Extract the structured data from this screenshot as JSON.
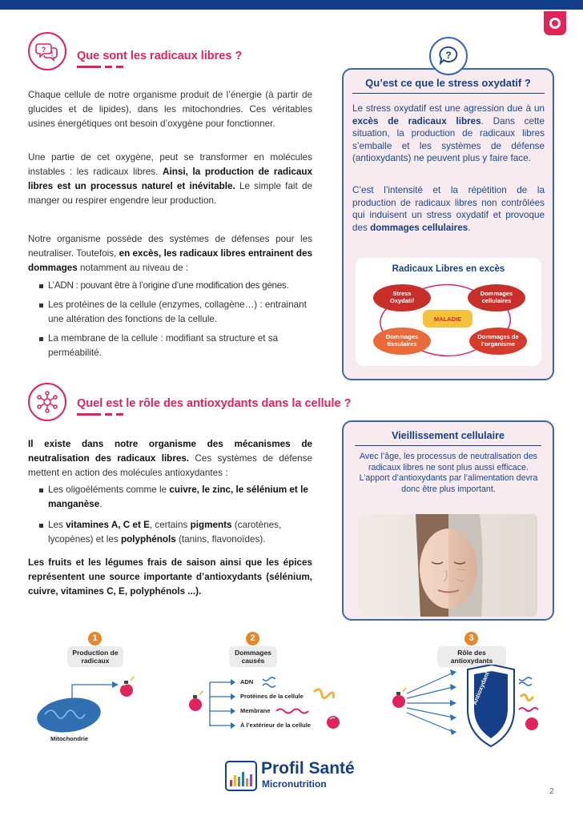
{
  "section1": {
    "title": "Que sont les radicaux libres ?",
    "p1": "Chaque cellule de notre organisme produit de l’énergie (à partir de glucides et de lipides), dans les mitochondries. Ces véritables usines énergétiques ont besoin d’oxygène pour fonctionner.",
    "p2_a": "Une partie de cet oxygène, peut se transformer en molécules instables : les radicaux libres. ",
    "p2_b": "Ainsi, la production de radicaux libres est un processus naturel et inévitable.",
    "p2_c": " Le simple fait de manger ou respirer engendre leur production.",
    "p3_a": "Notre organisme possède des systèmes de défenses pour les neutraliser. Toutefois, ",
    "p3_b": "en excès, les radicaux libres entrainent des dommages",
    "p3_c": " notamment au niveau de :",
    "bullets": [
      "L’ADN : pouvant être à l’origine d’une modification des gènes.",
      "Les protéines de la cellule (enzymes, collagène…) : entrainant une altération des fonctions de la cellule.",
      "La membrane de la cellule : modifiant sa structure et sa perméabilité."
    ]
  },
  "stress_box": {
    "title": "Qu’est ce que le stress oxydatif ?",
    "p1_a": "Le stress oxydatif est une agression due à un ",
    "p1_b": "excès de radicaux libres",
    "p1_c": ". Dans cette situation, la production de radicaux libres s’emballe et les systèmes de défense (antioxydants) ne peuvent plus y faire face.",
    "p2_a": "C’est l’intensité et la répétition de la production de radicaux libres non contrôlées qui induisent un stress oxydatif et provoque des ",
    "p2_b": "dommages cellulaires",
    "p2_c": ".",
    "diagram": {
      "title": "Radicaux Libres en excès",
      "stress": "Stress Oxydatif",
      "cell": "Dommages cellulaires",
      "tissue": "Dommages tissulaires",
      "organism": "Dommages de l’organisme",
      "center": "MALADIE"
    }
  },
  "section2": {
    "title": "Quel est le rôle des antioxydants dans la cellule ?",
    "intro_a": "Il existe dans notre organisme des mécanismes de neutralisation des radicaux libres.",
    "intro_b": " Ces systèmes de défense mettent en action des molécules antioxydantes :",
    "b1_a": "Les oligoéléments comme le ",
    "b1_b": "cuivre, le zinc, le sélénium et le manganèse",
    "b1_c": ".",
    "b2_a": "Les ",
    "b2_b": "vitamines A, C et E",
    "b2_c": ", certains ",
    "b2_d": "pigments",
    "b2_e": " (carotènes, lycopènes) et les ",
    "b2_f": "polyphénols",
    "b2_g": " (tanins, flavonoïdes).",
    "outro": "Les fruits et les légumes frais de saison ainsi que les épices représentent une source importante d’antioxydants (sélénium, cuivre, vitamines C, E, polyphénols ...)."
  },
  "vieil_box": {
    "title": "Vieillissement cellulaire",
    "text": "Avec l’âge, les processus de neutralisation des radicaux libres ne sont plus aussi efficace. L’apport d’antioxydants par l’alimentation devra donc être plus important."
  },
  "steps": [
    {
      "num": "1",
      "label": "Production de radicaux"
    },
    {
      "num": "2",
      "label": "Dommages causés"
    },
    {
      "num": "3",
      "label": "Rôle des antioxydants"
    }
  ],
  "step1_mito": "Mitochondrie",
  "step2_items": [
    "ADN",
    "Protéines de la cellule",
    "Membrane",
    "À l’extérieur de la cellule"
  ],
  "step3_shield": "Antioxydant",
  "logo": {
    "brand": "Profil Santé",
    "sub": "Micronutrition"
  },
  "page_number": "2",
  "colors": {
    "pink": "#e0245b",
    "navy": "#163f8a",
    "orange": "#e5872a",
    "box_bg": "#f7ebef"
  }
}
